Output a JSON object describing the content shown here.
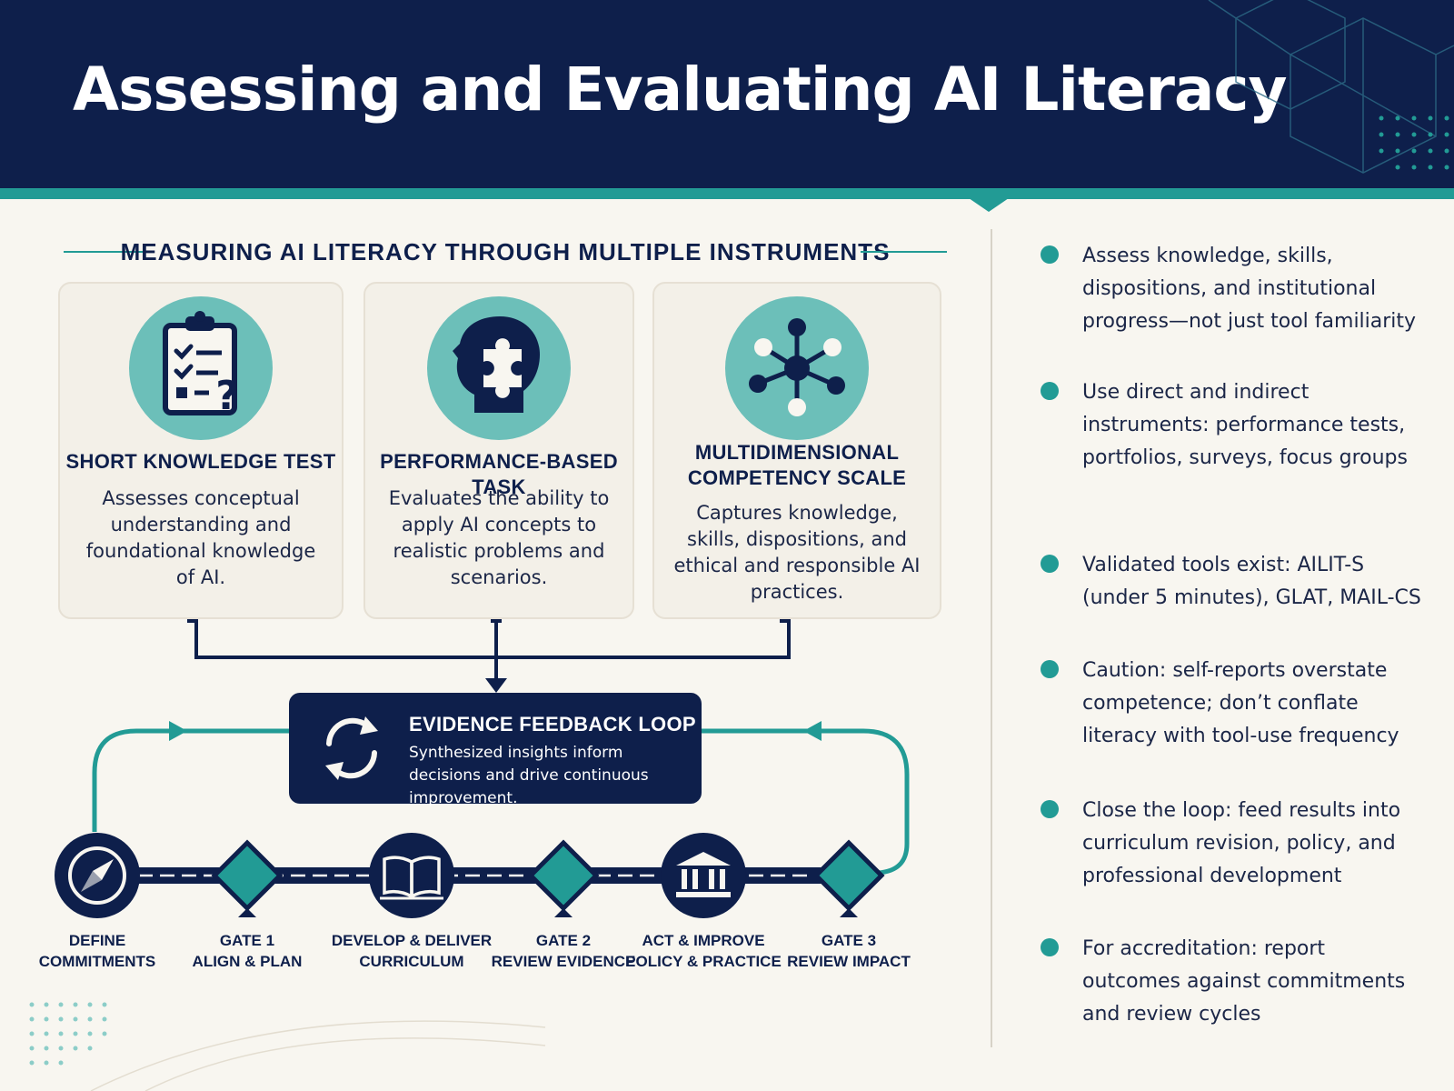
{
  "header": {
    "title": "Assessing and Evaluating AI Literacy"
  },
  "section": {
    "heading": "MEASURING AI LITERACY THROUGH MULTIPLE INSTRUMENTS"
  },
  "cards": [
    {
      "title": "SHORT KNOWLEDGE TEST",
      "description": "Assesses conceptual understanding and foundational knowledge of AI.",
      "icon": "clipboard-checklist-icon"
    },
    {
      "title": "PERFORMANCE-BASED TASK",
      "description": "Evaluates the ability to apply AI concepts to realistic problems and scenarios.",
      "icon": "head-puzzle-icon"
    },
    {
      "title": "MULTIDIMENSIONAL COMPETENCY SCALE",
      "description": "Captures knowledge, skills, dispositions, and ethical and responsible AI practices.",
      "icon": "network-nodes-icon"
    }
  ],
  "loop": {
    "title": "EVIDENCE FEEDBACK LOOP",
    "description": "Synthesized insights inform decisions and drive continuous improvement.",
    "icon": "refresh-cycle-icon"
  },
  "process": [
    {
      "line1": "DEFINE",
      "line2": "COMMITMENTS",
      "icon": "compass-icon"
    },
    {
      "line1": "GATE 1",
      "line2": "ALIGN & PLAN",
      "icon": "diamond-gate-icon"
    },
    {
      "line1": "DEVELOP & DELIVER",
      "line2": "CURRICULUM",
      "icon": "open-book-icon"
    },
    {
      "line1": "GATE 2",
      "line2": "REVIEW EVIDENCE",
      "icon": "diamond-gate-icon"
    },
    {
      "line1": "ACT & IMPROVE",
      "line2": "POLICY & PRACTICE",
      "icon": "institution-icon"
    },
    {
      "line1": "GATE 3",
      "line2": "REVIEW IMPACT",
      "icon": "diamond-gate-icon"
    }
  ],
  "bullets": [
    "Assess knowledge, skills, dispositions, and institutional progress—not just tool familiarity",
    "Use direct and indirect instruments: performance tests, portfolios, surveys, focus groups",
    "Validated tools exist: AILIT-S (under 5 minutes), GLAT, MAIL-CS",
    "Caution: self-reports overstate competence; don’t conflate literacy with tool-use frequency",
    "Close the loop: feed results into curriculum revision, policy, and professional development",
    "For accreditation: report outcomes against commitments and review cycles"
  ],
  "colors": {
    "navy": "#0e1f4b",
    "teal": "#229b95",
    "light_teal": "#6cbfb9",
    "background": "#f8f6f0"
  }
}
